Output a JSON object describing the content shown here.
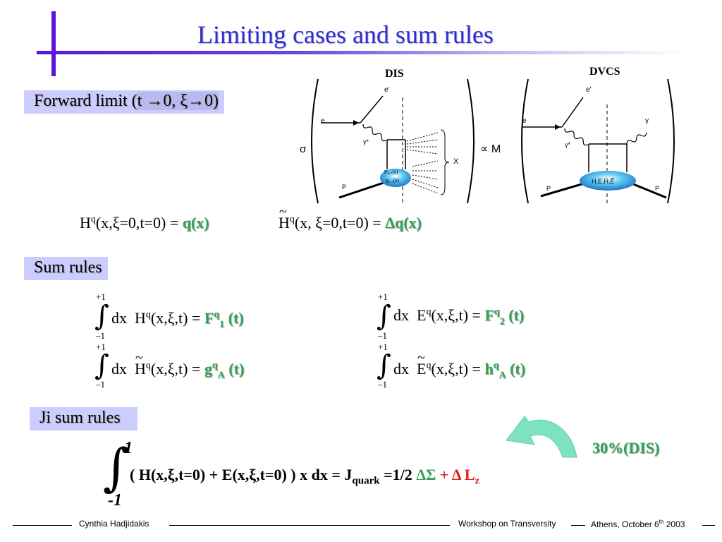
{
  "title": "Limiting cases and sum rules",
  "forward": {
    "label_pre": "Forward limit (",
    "label_limit": "t →0, ξ→0)"
  },
  "diagram": {
    "dis_label": "DIS",
    "dvcs_label": "DVCS",
    "sigma": "σ",
    "prop": "∝ M",
    "e_out": "e'",
    "e_in": "e",
    "gamma_star": "γ*",
    "proton": "P",
    "x_label": "X",
    "f1": "F₁,₂(x)",
    "g1": "g₁,₂(x)",
    "gamma": "γ",
    "gpd_blob": "H,E,H̃,Ẽ"
  },
  "limits": {
    "h_lhs": "(x,ξ=0,t=0) = ",
    "h_rhs": "q(x)",
    "ht_lhs": "(x, ξ=0,t=0) = ",
    "ht_rhs": "Δq(x)"
  },
  "sum_rules": {
    "label": "Sum rules",
    "upper": "+1",
    "lower": "–1",
    "dx": "dx",
    "r1_lhs": "(x,ξ,t) = ",
    "r1_rhs": "F",
    "r1_sub": "1",
    "r1_t": " (t)",
    "r2_lhs": "(x,ξ,t) = ",
    "r2_rhs": "F",
    "r2_sub": "2",
    "r2_t": " (t)",
    "r3_lhs": "(x,ξ,t) = ",
    "r3_rhs": "g",
    "r3_sub": "A",
    "r3_t": " (t)",
    "r4_lhs": "(x,ξ,t) = ",
    "r4_rhs": "h",
    "r4_sub": "A",
    "r4_t": " (t)"
  },
  "ji": {
    "label": "Ji sum rules",
    "upper": "1",
    "lower": "-1",
    "formula": "( H(x,ξ,t=0) + E(x,ξ,t=0) ) x dx = ",
    "j": "J",
    "j_sub": "quark",
    "half": " =1/2 ",
    "delta_sigma": "ΔΣ",
    "plus": " + ",
    "delta_l": "Δ L",
    "l_sub": "z",
    "dis_pct": "30%(DIS)"
  },
  "footer": {
    "author": "Cynthia Hadjidakis",
    "workshop": "Workshop on Transversity",
    "place": "Athens, October 6",
    "th": "th",
    "year": " 2003"
  }
}
